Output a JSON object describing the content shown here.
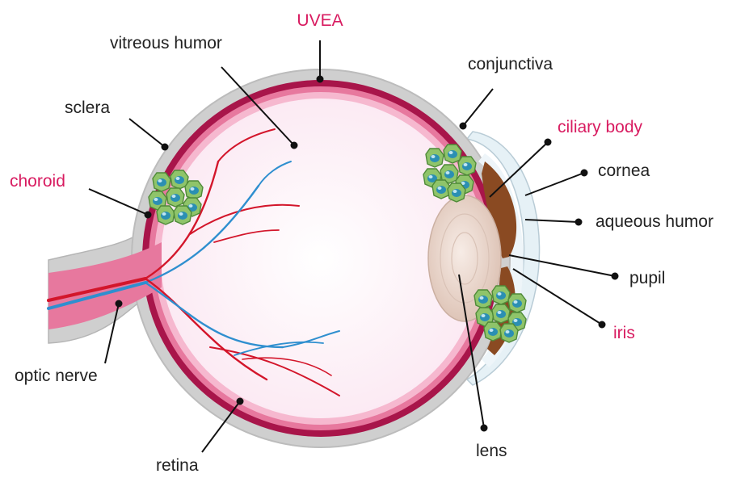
{
  "colors": {
    "uvea_label": "#d81b60",
    "default_label": "#222222",
    "sclera": "#cfcfcf",
    "choroid": "#a8154a",
    "retina": "#e7789e",
    "vitreous": "#fdf0f7",
    "artery": "#d3162b",
    "vein": "#2f8fcf",
    "iris": "#8a4a22",
    "lens": "#e9d6cc",
    "tumor_cells": "#8fc46a"
  },
  "labels": {
    "uvea": "UVEA",
    "vitreous_humor": "vitreous humor",
    "conjunctiva": "conjunctiva",
    "sclera": "sclera",
    "ciliary_body": "ciliary body",
    "choroid": "choroid",
    "cornea": "cornea",
    "aqueous_humor": "aqueous humor",
    "pupil": "pupil",
    "iris": "iris",
    "optic_nerve": "optic nerve",
    "lens": "lens",
    "retina": "retina"
  }
}
